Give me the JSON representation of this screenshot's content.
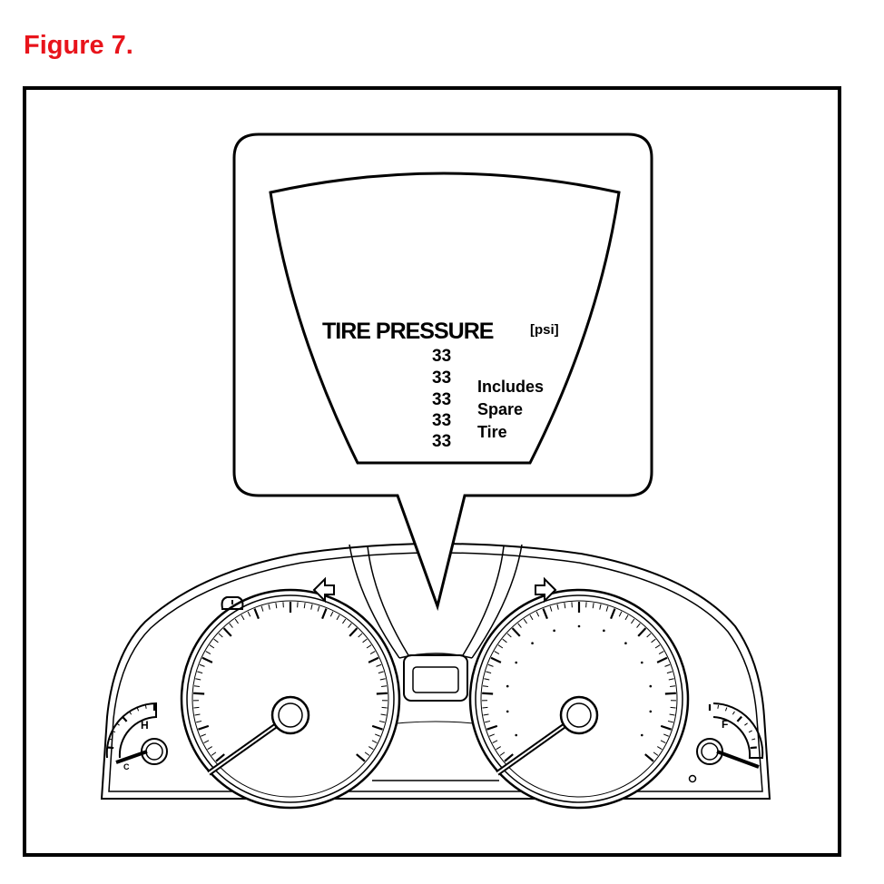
{
  "figure": {
    "label": "Figure 7.",
    "label_color": "#e8141b"
  },
  "display": {
    "heading": "TIRE PRESSURE",
    "unit": "[psi]",
    "pressures": [
      "33",
      "33",
      "33",
      "33",
      "33"
    ],
    "note_lines": [
      "Includes",
      "Spare",
      "Tire"
    ]
  },
  "cluster": {
    "temp_gauge_mark": "H",
    "temp_gauge_low": "C",
    "fuel_gauge_mark": "F",
    "icons": [
      "tire-pressure-warning-icon",
      "left-turn-signal-icon",
      "right-turn-signal-icon"
    ]
  }
}
